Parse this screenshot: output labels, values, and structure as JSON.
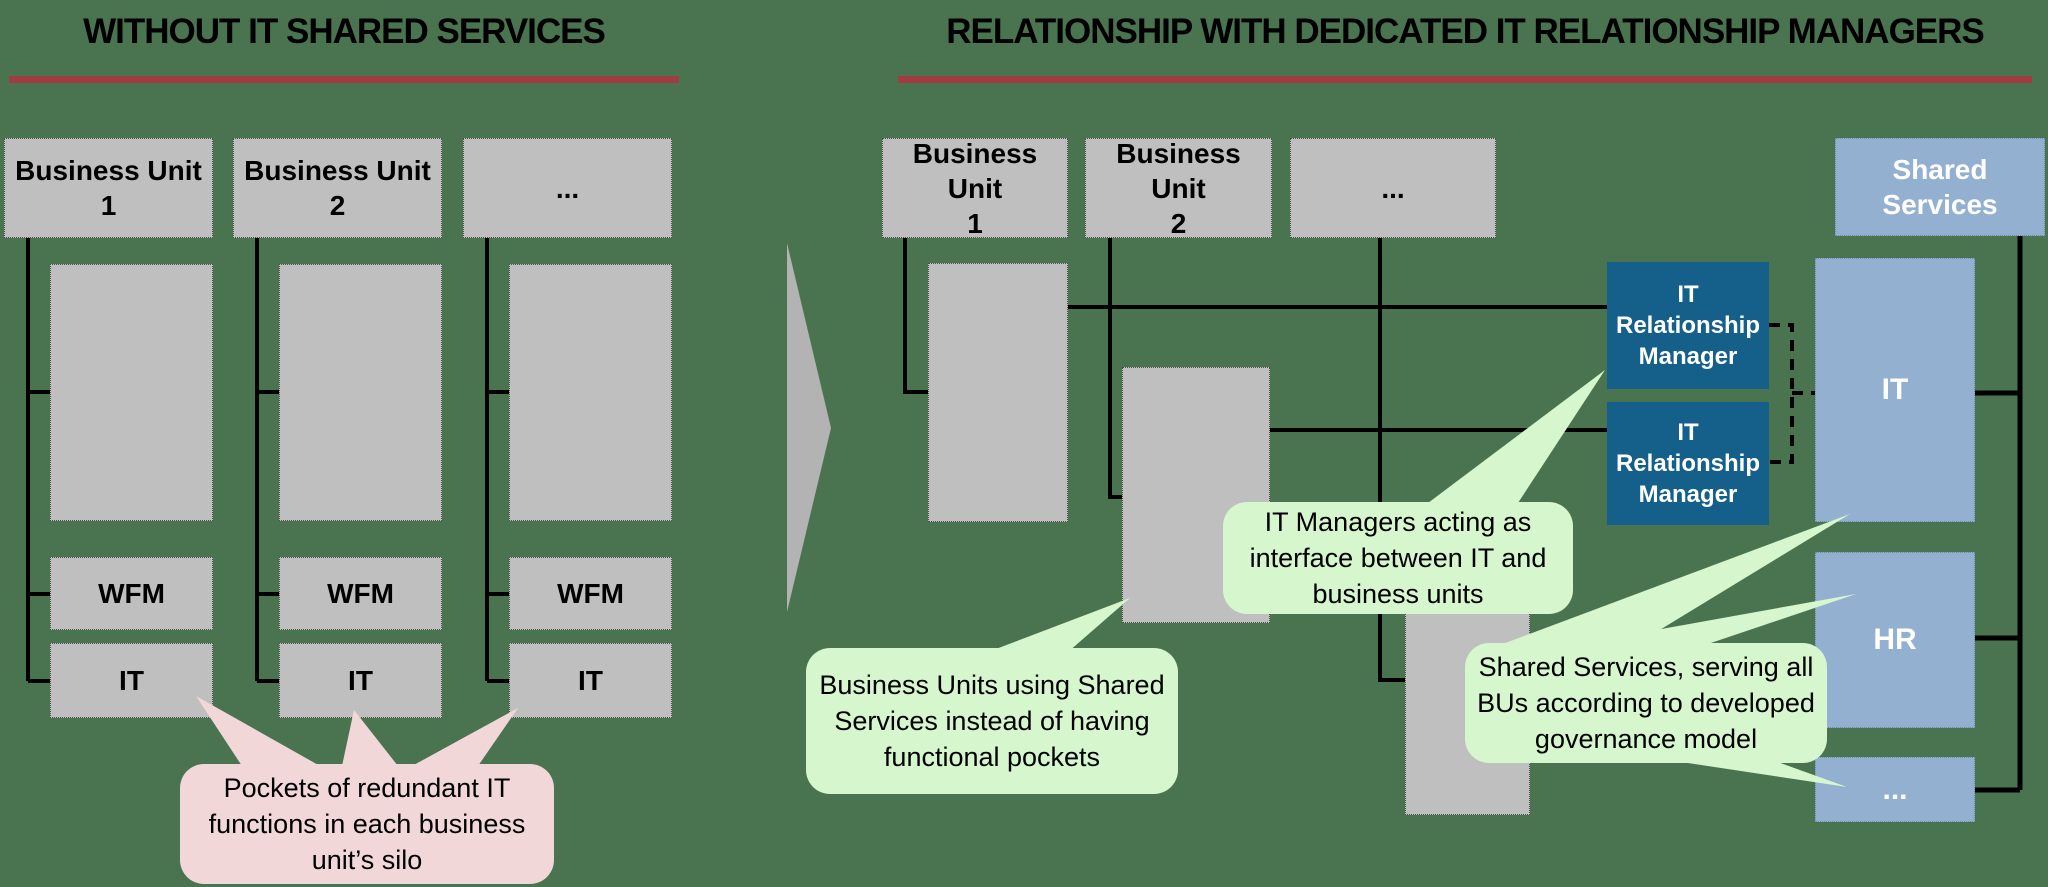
{
  "colors": {
    "background": "#4a744f",
    "box_gray": "#bfbfbf",
    "box_dark_blue": "#14608a",
    "box_light_blue": "#93b0d0",
    "callout_green": "#d6f6ce",
    "callout_pink": "#f2d7d9",
    "connector_black": "#000000",
    "title_underline_red": "#a23b42"
  },
  "left_panel": {
    "title": "WITHOUT IT SHARED SERVICES",
    "columns": [
      {
        "header": "Business Unit\n1",
        "wfm_label": "WFM",
        "it_label": "IT"
      },
      {
        "header": "Business Unit\n2",
        "wfm_label": "WFM",
        "it_label": "IT"
      },
      {
        "header": "...",
        "wfm_label": "WFM",
        "it_label": "IT"
      }
    ],
    "callout_pockets": "Pockets of redundant IT\nfunctions in each business\nunit’s silo"
  },
  "right_panel": {
    "title": "RELATIONSHIP WITH DEDICATED IT RELATIONSHIP MANAGERS",
    "business_units": [
      "Business Unit\n1",
      "Business Unit\n2",
      "..."
    ],
    "it_relationship_managers": [
      "IT\nRelationship\nManager",
      "IT\nRelationship\nManager"
    ],
    "shared_services": {
      "header": "Shared\nServices",
      "departments": [
        "IT",
        "HR",
        "..."
      ]
    },
    "callouts": {
      "business_units": "Business Units using Shared\nServices instead of having\nfunctional pockets",
      "it_managers": "IT Managers acting as\ninterface between IT and\nbusiness units",
      "shared_services": "Shared Services, serving all\nBUs according to developed\ngovernance model"
    }
  }
}
